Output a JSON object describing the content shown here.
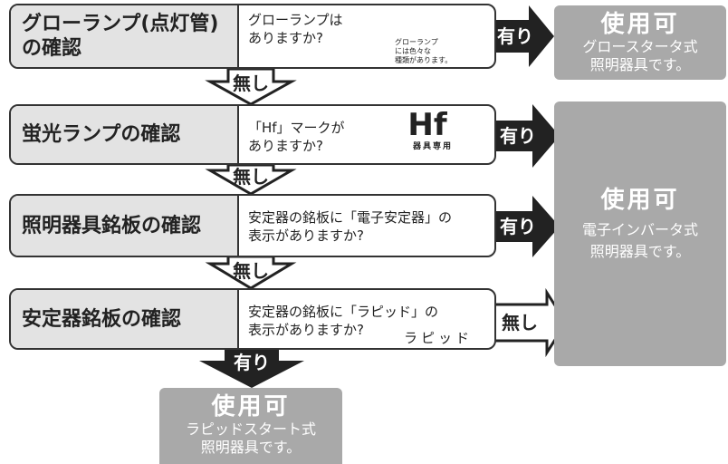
{
  "rows": [
    {
      "title": "グローランプ(点灯管)\nの確認",
      "question": "グローランプは\nありますか?"
    },
    {
      "title": "蛍光ランプの確認",
      "question": "「Hf」マークが\nありますか?"
    },
    {
      "title": "照明器具銘板の確認",
      "question": "安定器の銘板に「電子安定器」の\n表示がありますか?"
    },
    {
      "title": "安定器銘板の確認",
      "question": "安定器の銘板に「ラピッド」の\n表示がありますか?"
    }
  ],
  "labels": {
    "yes": "有り",
    "no": "無し"
  },
  "glow_note": "グローランプ\nには色々な\n種類があります。",
  "hf_mark": {
    "main": "Hf",
    "sub": "器具専用"
  },
  "rapid_tag": "ラピッド",
  "results": {
    "glow": {
      "title": "使用可",
      "desc": "グロースタータ式\n照明器具です。"
    },
    "electronic": {
      "title": "使用可",
      "desc": "電子インバータ式\n照明器具です。"
    },
    "rapid": {
      "title": "使用可",
      "desc": "ラピッドスタート式\n照明器具です。"
    }
  },
  "colors": {
    "result_bg": "#a9a9a9",
    "title_bg": "#e3e3e3",
    "arrow_dark": "#222222",
    "line": "#333333"
  }
}
